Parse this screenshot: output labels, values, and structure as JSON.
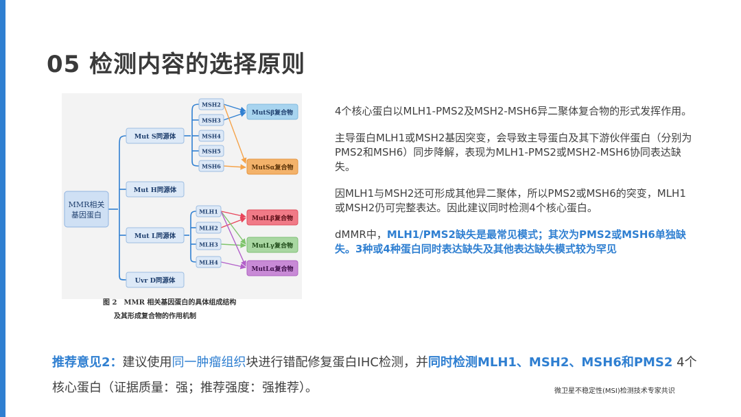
{
  "page": {
    "title": "05 检测内容的选择原则"
  },
  "diagram": {
    "root": "MMR相关\n基因蛋白",
    "homologs": [
      "Mut S同源体",
      "Mut H同源体",
      "Mut L同源体",
      "Uvr D同源体"
    ],
    "muts_proteins": [
      "MSH2",
      "MSH3",
      "MSH4",
      "MSH5",
      "MSH6"
    ],
    "mutl_proteins": [
      "MLH1",
      "MLH2",
      "MLH3",
      "MLH4"
    ],
    "complexes": [
      "MutSβ复合物",
      "MutSα复合物",
      "MutLβ复合物",
      "MutLγ复合物",
      "MutLα复合物"
    ],
    "colors": {
      "line": "#2f7fd1",
      "box_fill": "#dde9f7",
      "root_fill": "#cfe0f4",
      "mutsb": "#a8d4ef",
      "mutsa": "#f3b26a",
      "mutlb": "#f07a87",
      "mutlg": "#a9d7a2",
      "mutla": "#c88ad6",
      "arrow_orange": "#f5a34a",
      "arrow_red": "#e8455a",
      "arrow_green": "#7fc46c",
      "arrow_purple": "#b25fc9"
    }
  },
  "caption": {
    "fig_num": "图 2",
    "line1": "MMR 相关基因蛋白的具体组成结构",
    "line2": "及其形成复合物的作用机制"
  },
  "text": {
    "p1": "4个核心蛋白以MLH1-PMS2及MSH2-MSH6异二聚体复合物的形式发挥作用。",
    "p2": "主导蛋白MLH1或MSH2基因突变，会导致主导蛋白及其下游伙伴蛋白（分别为PMS2和MSH6）同步降解，表现为MLH1-PMS2或MSH2-MSH6协同表达缺失。",
    "p3": "因MLH1与MSH2还可形成其他异二聚体，所以PMS2或MSH6的突变，MLH1或MSH2仍可完整表达。因此建议同时检测4个核心蛋白。",
    "p4_prefix": "dMMR中，",
    "p4_highlight": "MLH1/PMS2缺失是最常见模式；其次为PMS2或MSH6单独缺失。3种或4种蛋白同时表达缺失及其他表达缺失模式较为罕见"
  },
  "recommendation": {
    "label": "推荐意见2：",
    "seg1": "建议使用",
    "seg2": "同一肿瘤组织",
    "seg3": "块进行错配修复蛋白IHC检测，并",
    "seg4": "同时检测MLH1、MSH2、MSH6和PMS2",
    "seg5": " 4个核心蛋白（证据质量：强；推荐强度：强推荐）。"
  },
  "source": "微卫星不稳定性(MSI)检测技术专家共识"
}
